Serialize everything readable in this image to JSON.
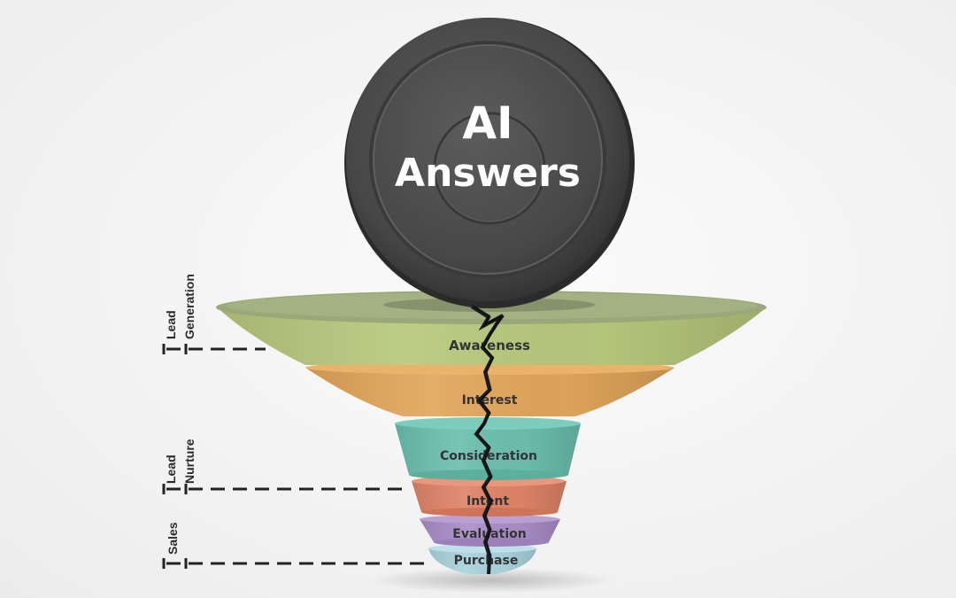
{
  "disc": {
    "line1": "AI",
    "line2": "Answers"
  },
  "sections": [
    {
      "line1": "Lead",
      "line2": "Generation"
    },
    {
      "line1": "Lead",
      "line2": "Nurture"
    },
    {
      "line1": "Sales",
      "line2": ""
    }
  ],
  "funnel": [
    {
      "label": "Awareness",
      "color": "#b7c97c"
    },
    {
      "label": "Interest",
      "color": "#e2a65b"
    },
    {
      "label": "Consideration",
      "color": "#6cbfb0"
    },
    {
      "label": "Intent",
      "color": "#df8468"
    },
    {
      "label": "Evaluation",
      "color": "#a98ec7"
    },
    {
      "label": "Purchase",
      "color": "#a9d3dd"
    }
  ],
  "colors": {
    "disc": "#4a4a4a",
    "crack": "#1a1a1a",
    "dashes": "#222222"
  }
}
